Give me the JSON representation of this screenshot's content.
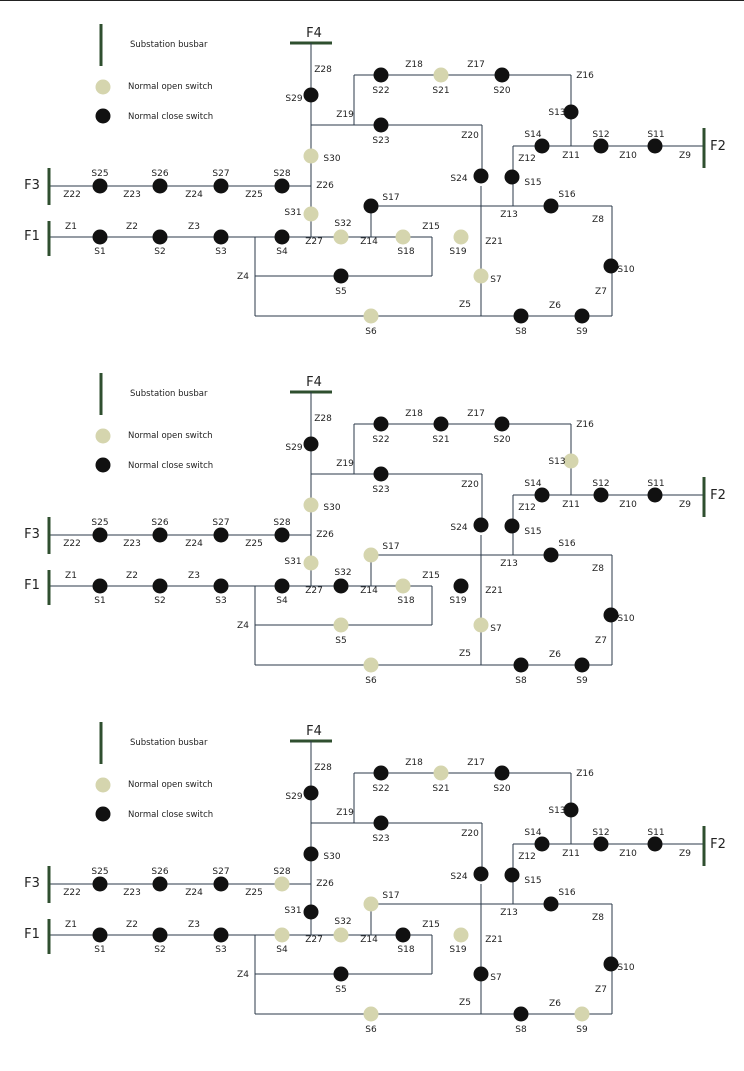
{
  "legend": {
    "busbar": "Substation busbar",
    "open": "Normal open switch",
    "closed": "Normal close switch"
  },
  "feeders": [
    "F1",
    "F2",
    "F3",
    "F4"
  ],
  "colors": {
    "line": "#2b3a4a",
    "bus": "#2f4f2f",
    "open": "#d5d5ae",
    "closed": "#111111"
  },
  "switches": [
    "S1",
    "S2",
    "S3",
    "S4",
    "S5",
    "S6",
    "S7",
    "S8",
    "S9",
    "S10",
    "S11",
    "S12",
    "S13",
    "S14",
    "S15",
    "S16",
    "S17",
    "S18",
    "S19",
    "S20",
    "S21",
    "S22",
    "S23",
    "S24",
    "S25",
    "S26",
    "S27",
    "S28",
    "S29",
    "S30",
    "S31",
    "S32"
  ],
  "zones": [
    "Z1",
    "Z2",
    "Z3",
    "Z4",
    "Z5",
    "Z6",
    "Z7",
    "Z8",
    "Z9",
    "Z10",
    "Z11",
    "Z12",
    "Z13",
    "Z14",
    "Z15",
    "Z16",
    "Z17",
    "Z18",
    "Z19",
    "Z20",
    "Z21",
    "Z22",
    "Z23",
    "Z24",
    "Z25",
    "Z26",
    "Z27",
    "Z28"
  ],
  "diagrams": [
    {
      "open": [
        "S6",
        "S7",
        "S19",
        "S18",
        "S21",
        "S30",
        "S31",
        "S32"
      ]
    },
    {
      "open": [
        "S5",
        "S6",
        "S7",
        "S13",
        "S17",
        "S18",
        "S30",
        "S31"
      ]
    },
    {
      "open": [
        "S4",
        "S6",
        "S9",
        "S17",
        "S19",
        "S21",
        "S28",
        "S32"
      ]
    }
  ]
}
